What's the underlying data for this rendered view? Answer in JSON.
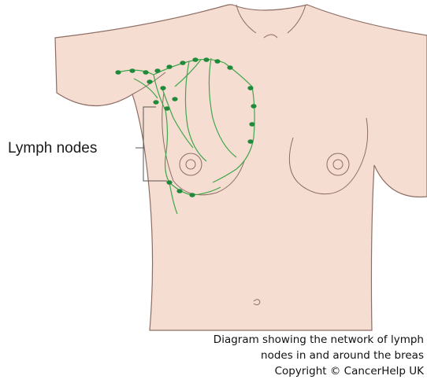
{
  "diagram": {
    "callout_label": "Lymph nodes",
    "caption_lines": [
      "Diagram showing the network of lymph",
      "nodes in and around the breas",
      "Copyright © CancerHelp UK"
    ]
  },
  "colors": {
    "skin": "#f6ddd2",
    "skin_outline": "#8d6d63",
    "lymph_vessel": "#3fa64a",
    "lymph_node": "#1f8a3a",
    "callout_line": "#555555"
  }
}
